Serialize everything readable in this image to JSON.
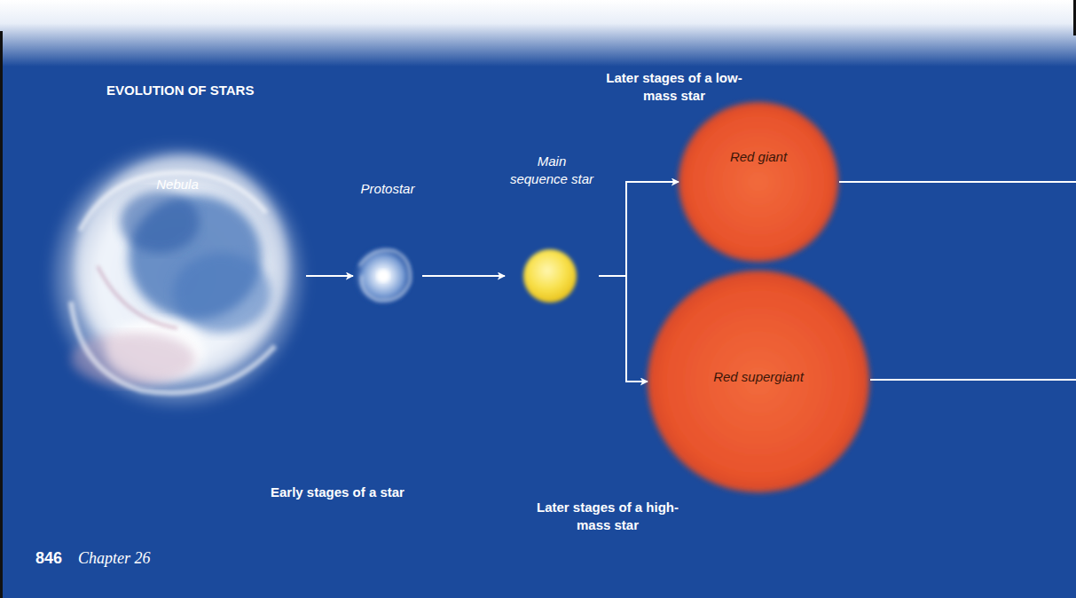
{
  "diagram": {
    "title": "EVOLUTION OF STARS",
    "nodes": [
      {
        "text": [
          "Nebula"
        ]
      },
      {
        "text": [
          "Protostar"
        ]
      },
      {
        "text": [
          "Main sequence star"
        ]
      },
      {
        "text": [
          "Red giant"
        ]
      },
      {
        "text": [
          "Red supergiant"
        ]
      }
    ],
    "edges": [
      {
        "from": 0,
        "to": 1,
        "arrow": "to"
      },
      {
        "from": 1,
        "to": 2,
        "arrow": "to"
      },
      {
        "from": 2,
        "to": 3,
        "arrow": "to"
      },
      {
        "from": 2,
        "to": 4,
        "arrow": "to"
      }
    ],
    "labels": [
      "Later stages of a low-mass star",
      "Early stages of a star",
      "Later stages of a high-mass star",
      "846",
      "Chapter 26"
    ]
  }
}
